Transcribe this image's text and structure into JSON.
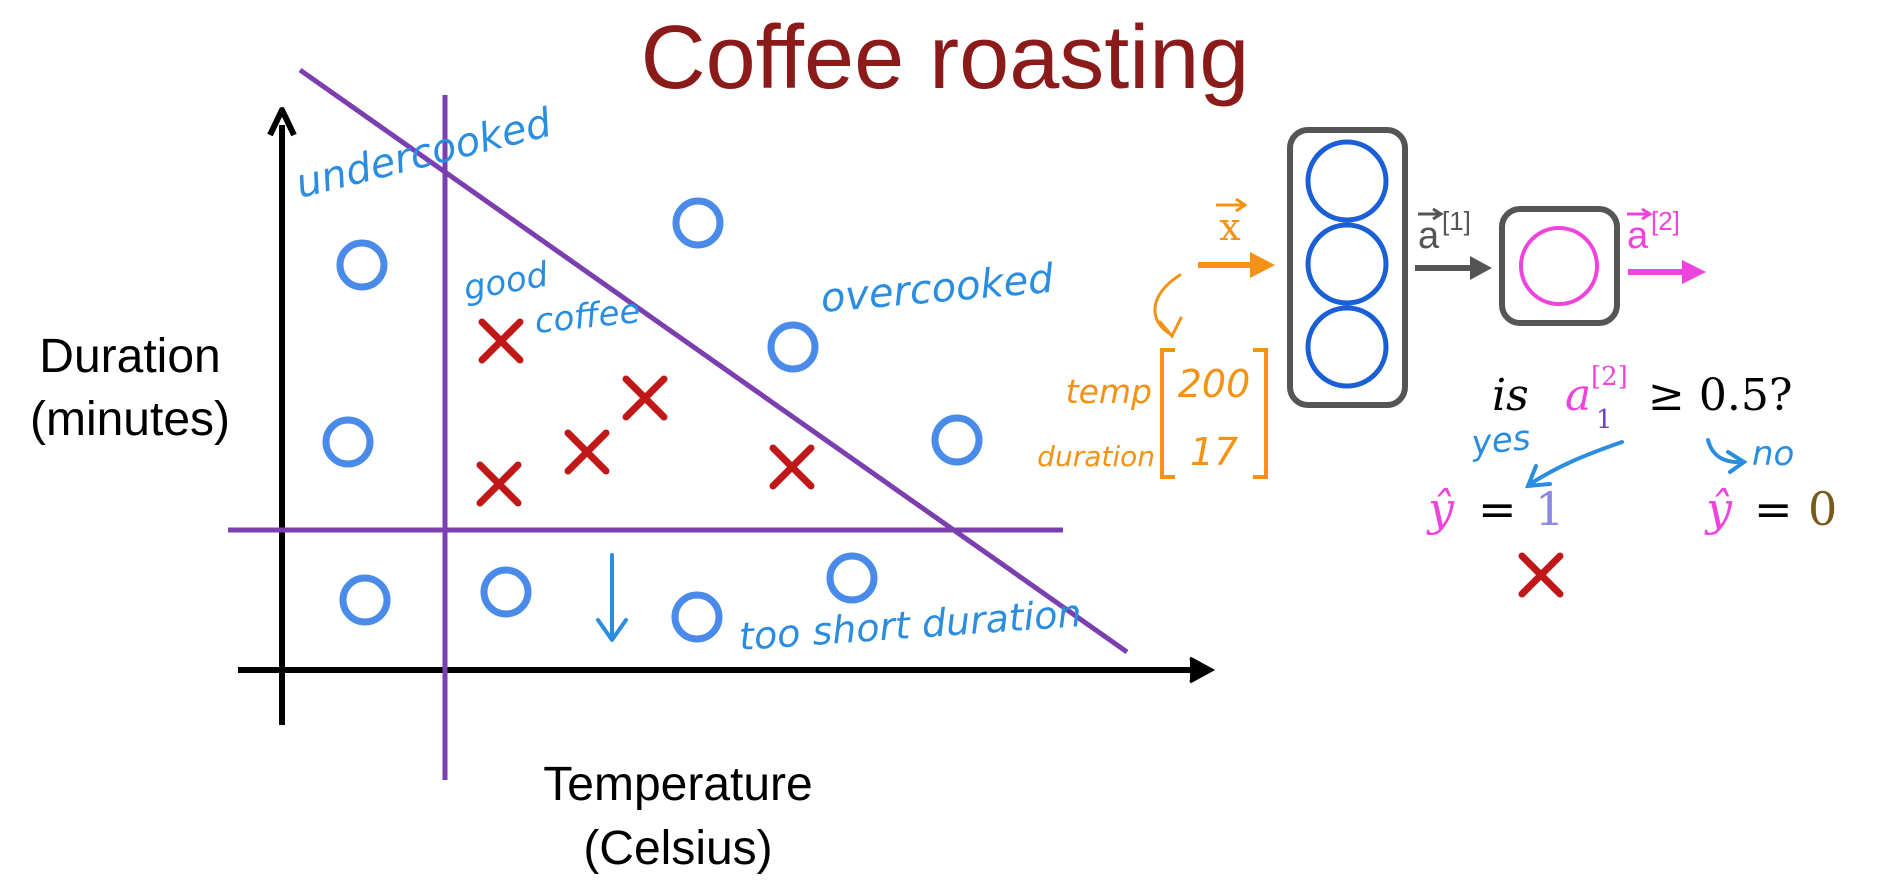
{
  "slide": {
    "title": "Coffee roasting",
    "title_color": "#8b1a1a"
  },
  "plot": {
    "y_label_line1": "Duration",
    "y_label_line2": "(minutes)",
    "x_label_line1": "Temperature",
    "x_label_line2": "(Celsius)",
    "region_labels": {
      "undercooked": "undercooked",
      "good_line1": "good",
      "good_line2": "coffee",
      "overcooked": "overcooked",
      "too_short": "too short duration"
    },
    "colors": {
      "axes": "#000000",
      "boundary": "#7b3fb0",
      "circle": "#4a8ae8",
      "cross": "#c01818",
      "annotation": "#2a8de0"
    }
  },
  "network": {
    "input_label": "x",
    "hidden_output_label": "a",
    "hidden_output_sup": "[1]",
    "output_label": "a",
    "output_sup": "[2]",
    "example_row1_name": "temp",
    "example_row1_value": "200",
    "example_row2_name": "duration",
    "example_row2_value": "17",
    "colors": {
      "input": "#f39214",
      "hidden_node": "#1a5fd6",
      "output_node": "#ee44dd",
      "output_arrow": "#ee44dd",
      "frame": "#555555"
    }
  },
  "decision": {
    "question_prefix": "is",
    "question_var": "a",
    "question_sup": "[2]",
    "question_sub": "1",
    "question_suffix": "≥ 0.5?",
    "yes_label": "yes",
    "no_label": "no",
    "yes_result_lhs": "ŷ",
    "yes_result_eq": "=",
    "yes_result_value": "1",
    "no_result_lhs": "ŷ",
    "no_result_eq": "=",
    "no_result_value": "0"
  }
}
